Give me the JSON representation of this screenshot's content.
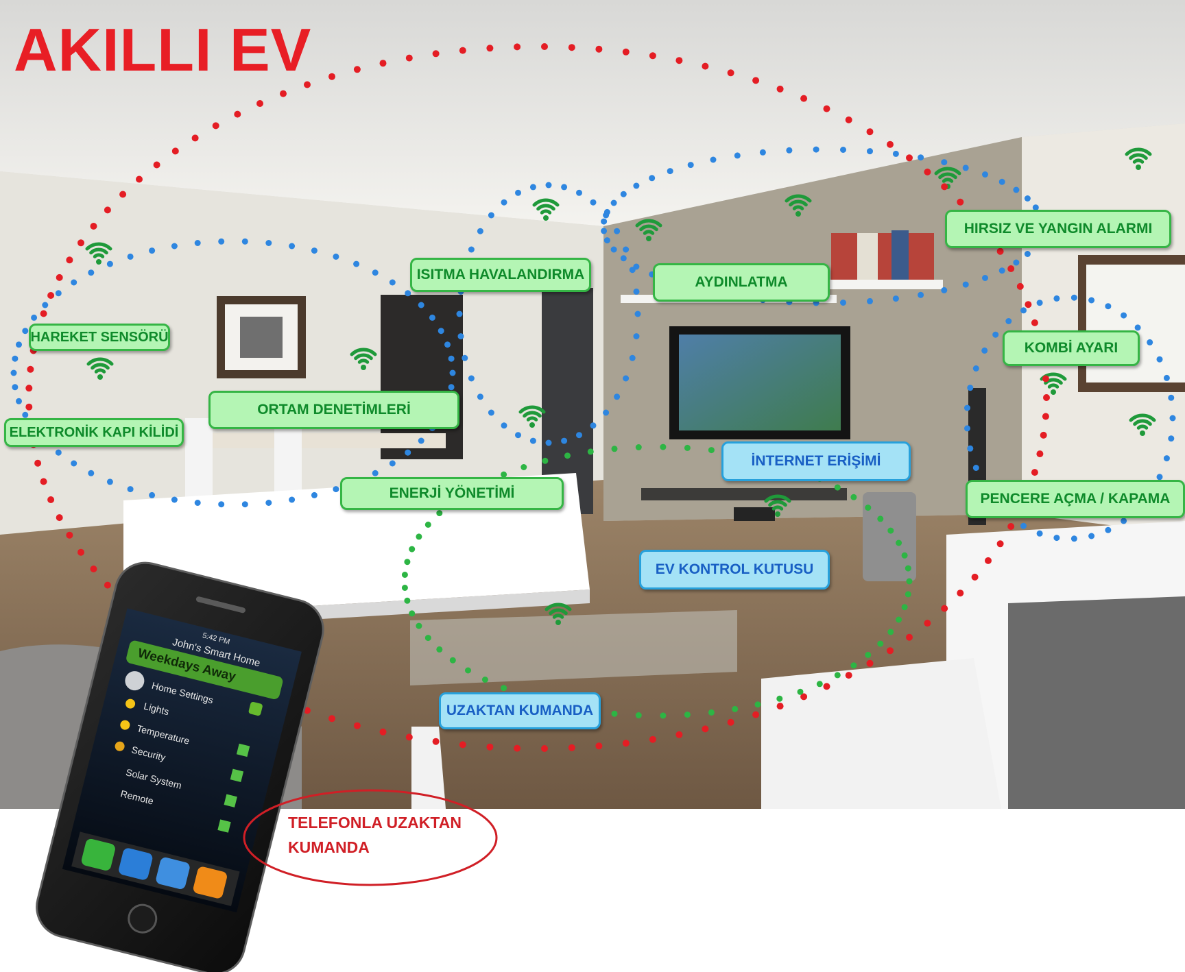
{
  "title": "AKILLI EV",
  "labels": {
    "motion_sensor": "HAREKET SENSÖRÜ",
    "door_lock": "ELEKTRONİK KAPI KİLİDİ",
    "ambient": "ORTAM DENETİMLERİ",
    "hvac": "ISITMA HAVALANDIRMA",
    "lighting": "AYDINLATMA",
    "alarm": "HIRSIZ VE YANGIN ALARMI",
    "boiler": "KOMBİ AYARI",
    "window": "PENCERE AÇMA / KAPAMA",
    "energy": "ENERJİ YÖNETİMİ",
    "internet": "İNTERNET ERİŞİMİ",
    "control_box": "EV KONTROL KUTUSU",
    "remote": "UZAKTAN KUMANDA"
  },
  "phone_note": {
    "line1": "TELEFONLA UZAKTAN",
    "line2": "KUMANDA"
  },
  "phone_screen": {
    "time": "5:42 PM",
    "home_title": "John's Smart Home",
    "mode": "Weekdays  Away",
    "menu": [
      "Home Settings",
      "Lights",
      "Temperature",
      "Security",
      "Solar System",
      "Remote"
    ]
  },
  "colors": {
    "red_ring": "#e41d24",
    "blue_ring": "#2e86e0",
    "green_ring": "#2db544",
    "wifi": "#1f9a3a"
  }
}
